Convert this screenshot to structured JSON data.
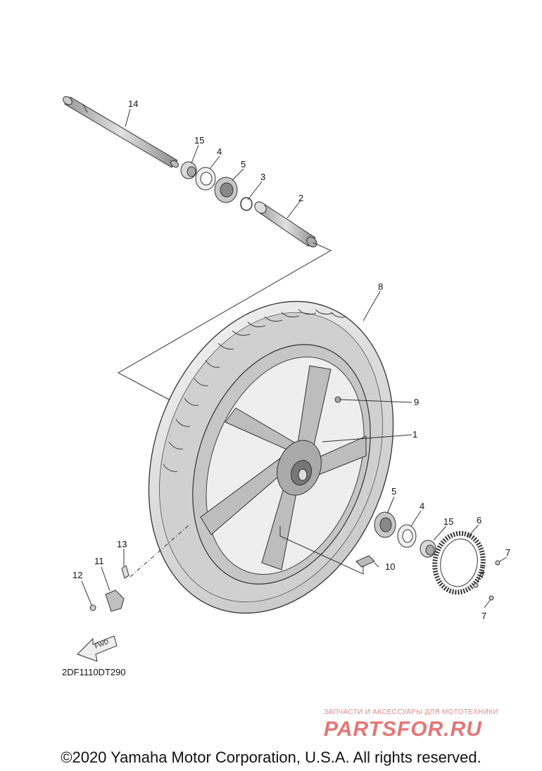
{
  "callouts": [
    "14",
    "15",
    "4",
    "5",
    "3",
    "2",
    "8",
    "9",
    "1",
    "5",
    "4",
    "15",
    "6",
    "7",
    "7",
    "7",
    "10",
    "13",
    "11",
    "12"
  ],
  "diagram_code": "2DF1110DT290",
  "fwd_label": "FWD",
  "watermark": {
    "line1": "ЗАПЧАСТИ И АКСЕССУАРЫ ДЛЯ МОТОТЕХНИКИ",
    "line2": "PARTSFOR.RU"
  },
  "copyright": "©2020 Yamaha Motor Corporation, U.S.A. All rights reserved."
}
